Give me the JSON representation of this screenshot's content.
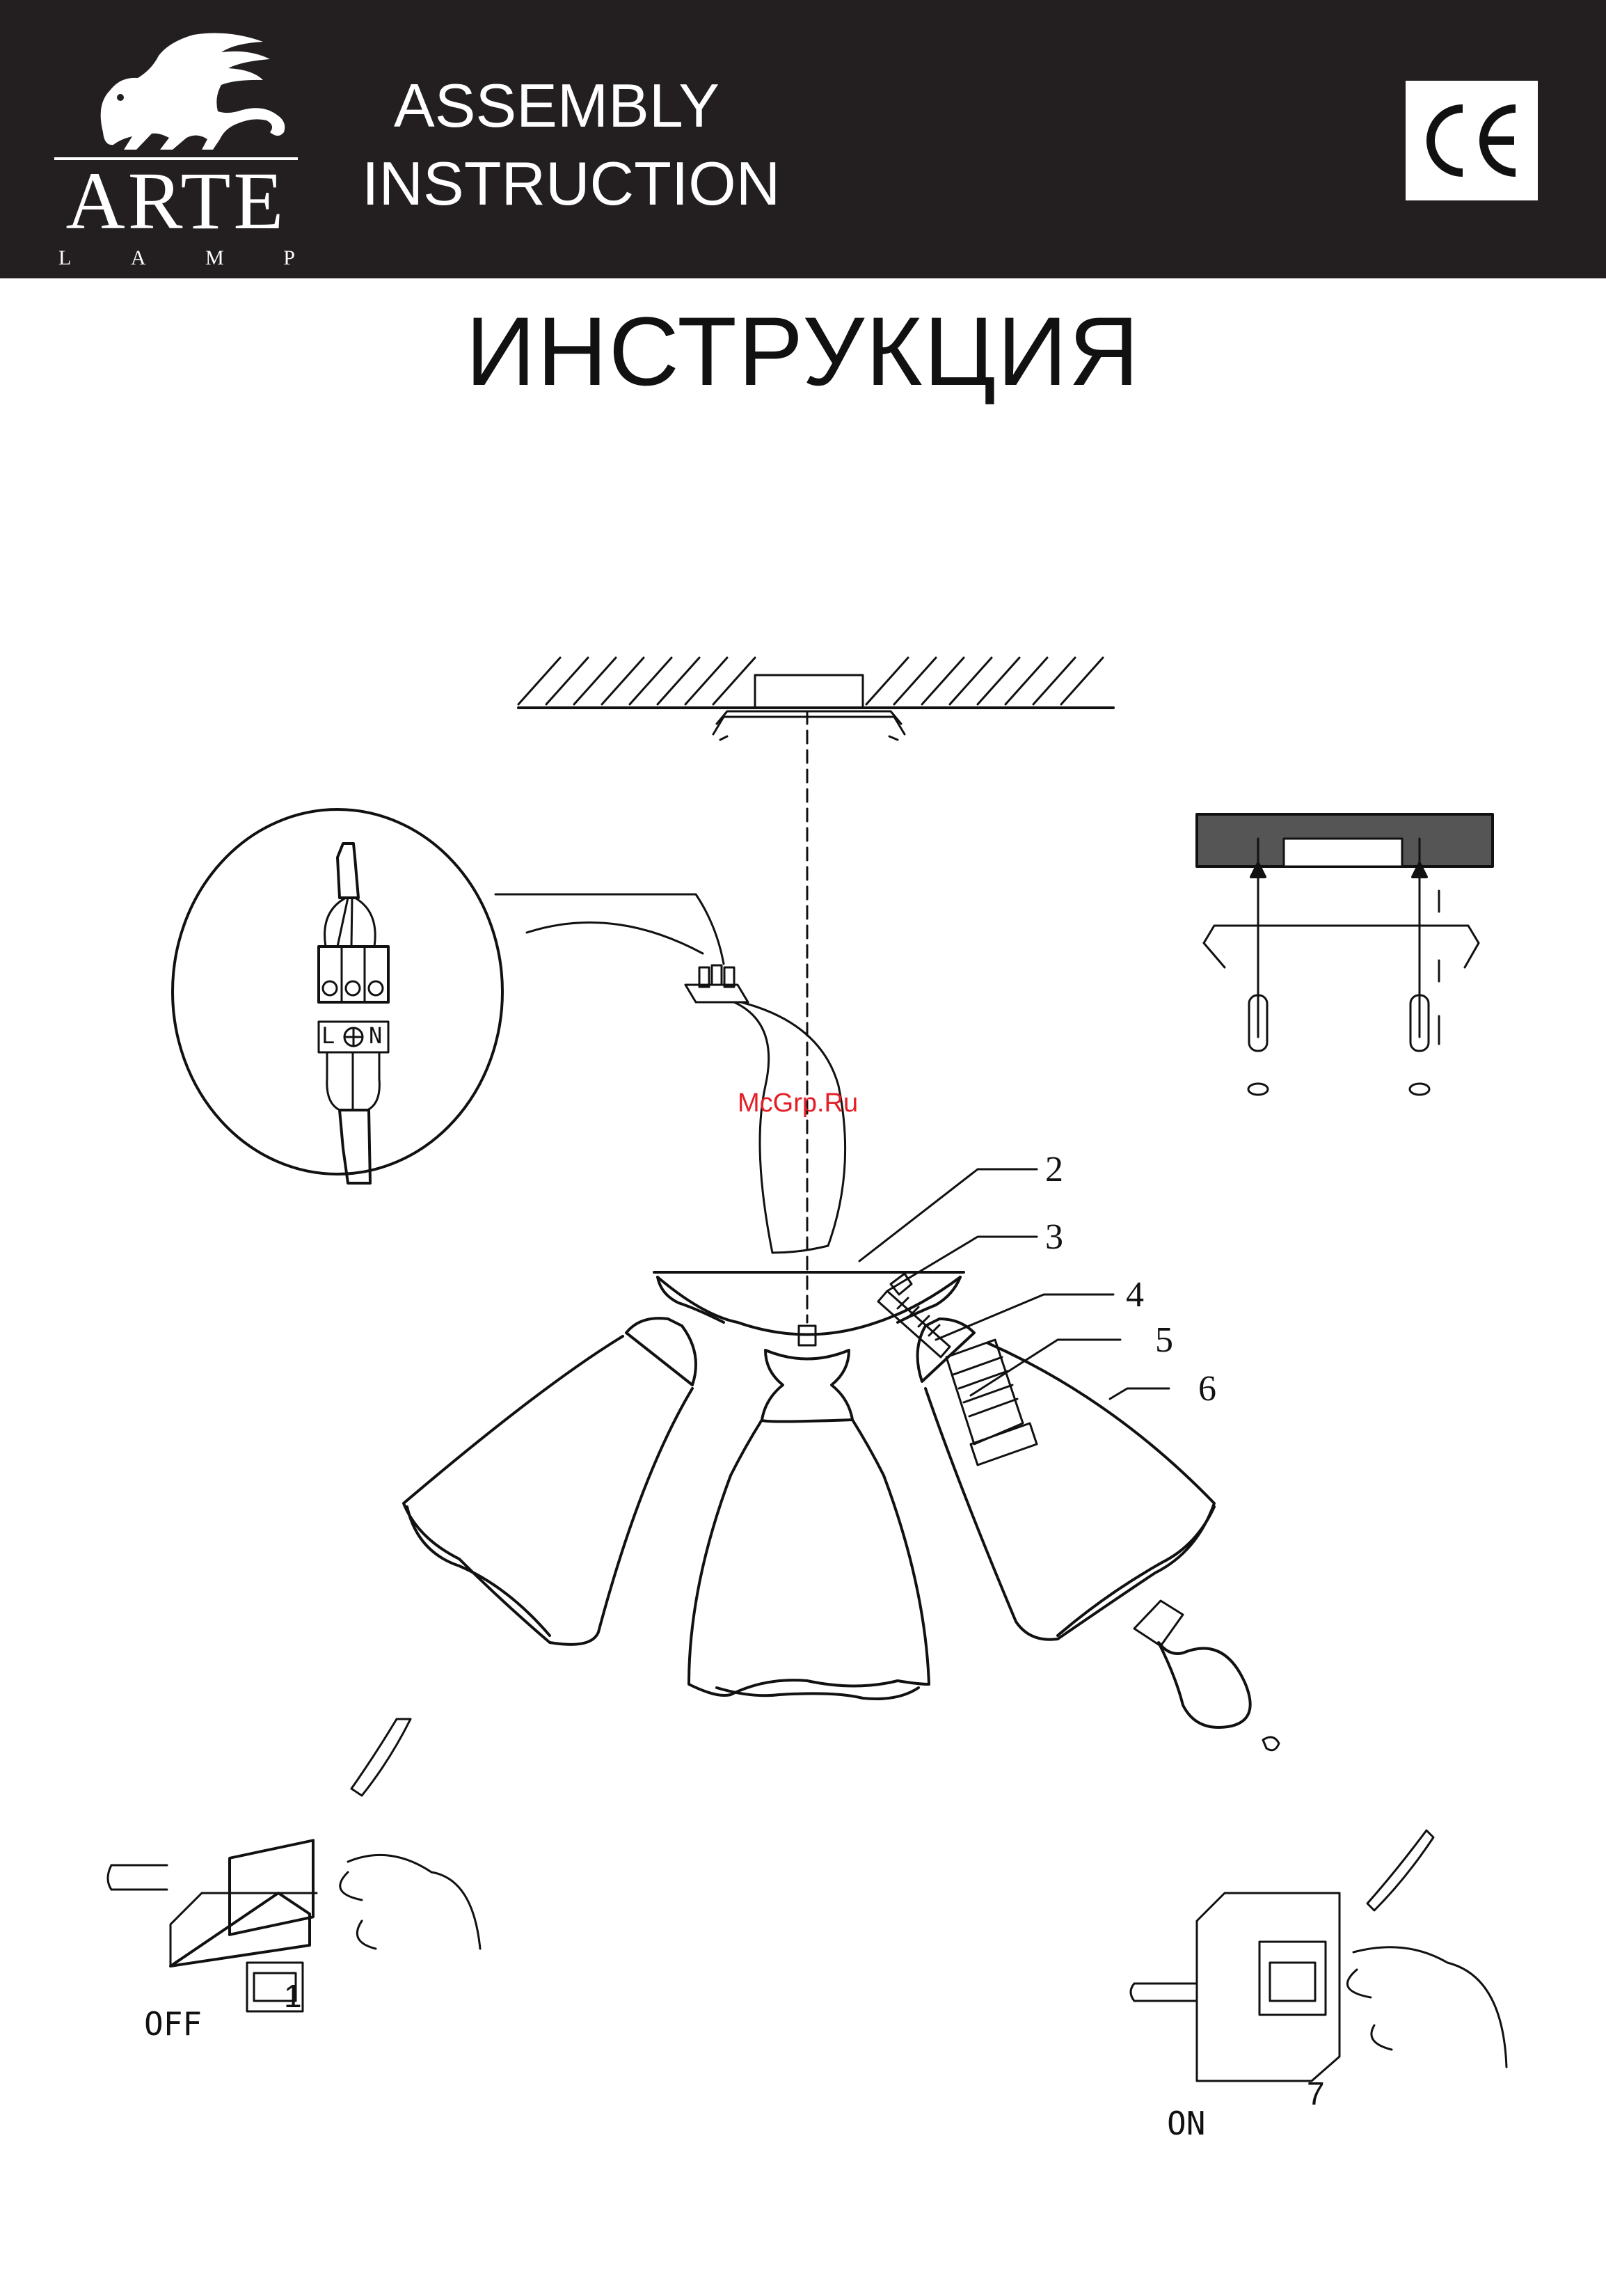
{
  "header": {
    "logo_name": "ARTE",
    "logo_sub": [
      "L",
      "A",
      "M",
      "P"
    ],
    "line1": "ASSEMBLY",
    "line2": "INSTRUCTION",
    "ce_mark": "CE"
  },
  "title": "ИНСТРУКЦИЯ",
  "watermark": "McGrp.Ru",
  "terminal_labels": [
    "L",
    "N"
  ],
  "callouts": [
    "2",
    "3",
    "4",
    "5",
    "6"
  ],
  "switch_off": {
    "state": "OFF",
    "step": "1"
  },
  "switch_on": {
    "state": "ON",
    "step": "7"
  },
  "colors": {
    "header_bg": "#231f20",
    "watermark": "#e41e26"
  }
}
